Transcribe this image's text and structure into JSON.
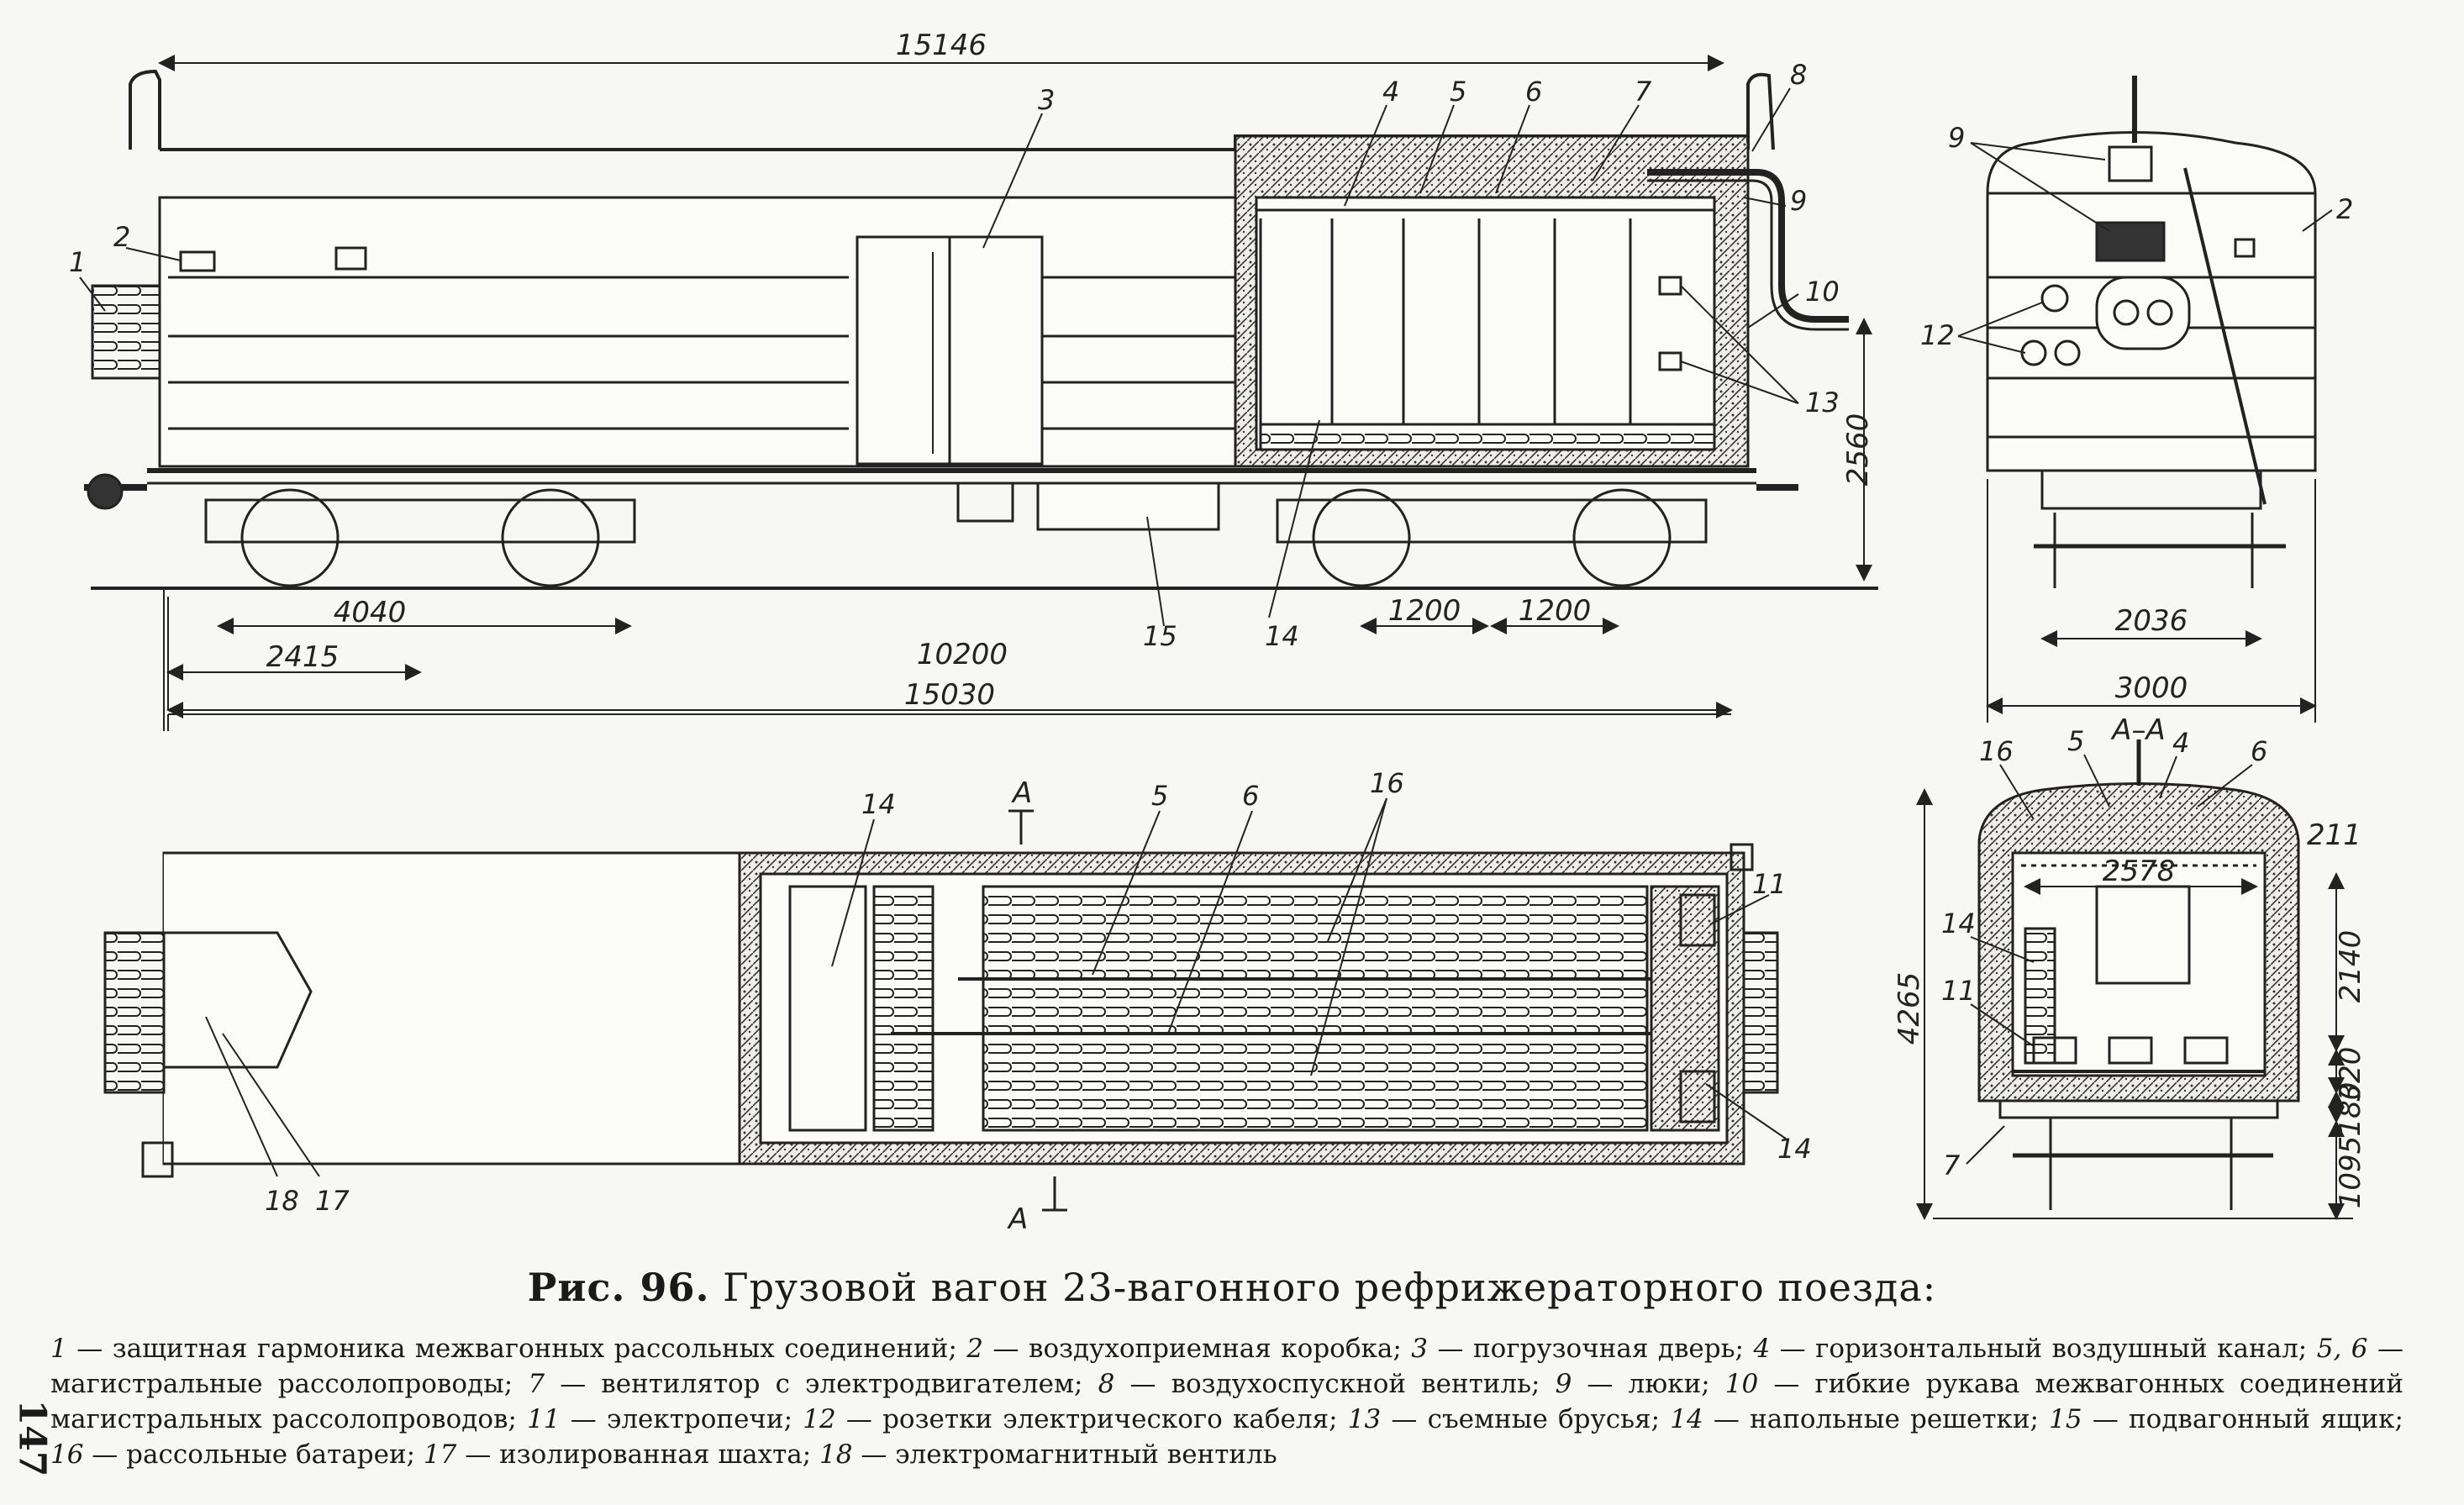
{
  "page_number": "147",
  "caption": {
    "prefix": "Рис. 96.",
    "title": "Грузовой вагон 23-вагонного рефрижераторного поезда:"
  },
  "legend": [
    {
      "num": "1",
      "text": "защитная гармоника межвагонных рассольных соединений;"
    },
    {
      "num": "2",
      "text": "воздухоприемная коробка;"
    },
    {
      "num": "3",
      "text": "погрузочная дверь;"
    },
    {
      "num": "4",
      "text": "горизонтальный воздушный канал;"
    },
    {
      "num": "5, 6",
      "text": "магистральные рассолопроводы;"
    },
    {
      "num": "7",
      "text": "вентилятор с электродвигателем;"
    },
    {
      "num": "8",
      "text": "воздухоспускной вентиль;"
    },
    {
      "num": "9",
      "text": "люки;"
    },
    {
      "num": "10",
      "text": "гибкие рукава межвагонных соединений магистральных рассолопроводов;"
    },
    {
      "num": "11",
      "text": "электропечи;"
    },
    {
      "num": "12",
      "text": "розетки электрического кабеля;"
    },
    {
      "num": "13",
      "text": "съемные брусья;"
    },
    {
      "num": "14",
      "text": "напольные решетки;"
    },
    {
      "num": "15",
      "text": "подвагонный ящик;"
    },
    {
      "num": "16",
      "text": "рассольные батареи;"
    },
    {
      "num": "17",
      "text": "изолированная шахта;"
    },
    {
      "num": "18",
      "text": "электромагнитный вентиль"
    }
  ],
  "dimensions": {
    "overall_top": "15146",
    "height_side": "2560",
    "bogie_base": "4040",
    "end_to_bogie": "2415",
    "bogie_centers": "10200",
    "frame_length": "15030",
    "wheelbase_a": "1200",
    "wheelbase_b": "1200",
    "track_gauge": "2036",
    "width_end": "3000",
    "inner_width": "2578",
    "total_height": "4265",
    "inner_height": "2140",
    "floor": "320",
    "subfloor": "180",
    "axle_height": "1095",
    "wall": "211"
  },
  "section_marks": {
    "top": "А",
    "bottom": "А",
    "section_title": "А–А"
  },
  "side_view_labels": [
    "1",
    "2",
    "3",
    "4",
    "5",
    "6",
    "7",
    "8",
    "9",
    "10",
    "13",
    "14",
    "15"
  ],
  "end_view_labels": [
    "9",
    "2",
    "12"
  ],
  "plan_view_labels": [
    "14",
    "5",
    "6",
    "16",
    "11",
    "14",
    "18",
    "17"
  ],
  "cross_section_labels": [
    "16",
    "5",
    "4",
    "6",
    "14",
    "11",
    "7"
  ]
}
